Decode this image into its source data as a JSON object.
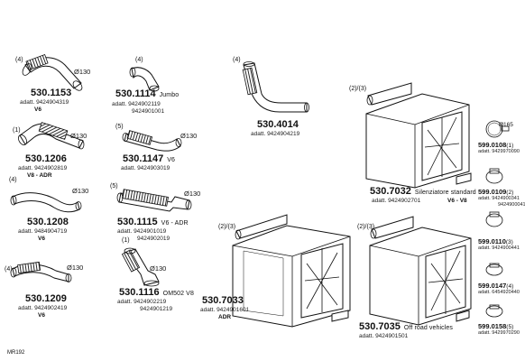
{
  "footer_code": "MR192",
  "parts": [
    {
      "id": "p1153",
      "qty": "(4)",
      "code": "530.1153",
      "adatt": [
        "adatt. 9424904319"
      ],
      "tag": "V6",
      "dia": "Ø130"
    },
    {
      "id": "p1206",
      "qty": "(1)",
      "code": "530.1206",
      "adatt": [
        "adatt. 9424902819"
      ],
      "tag": "V8 - ADR",
      "dia": "Ø130"
    },
    {
      "id": "p1208",
      "qty": "(4)",
      "code": "530.1208",
      "adatt": [
        "adatt. 9484904719"
      ],
      "tag": "V6",
      "dia": "Ø130"
    },
    {
      "id": "p1209",
      "qty": "(4)",
      "code": "530.1209",
      "adatt": [
        "adatt. 9424902419"
      ],
      "tag": "V6",
      "dia": "Ø130"
    },
    {
      "id": "p1114",
      "qty": "(4)",
      "code": "530.1114",
      "note": "Jumbo",
      "adatt": [
        "adatt. 9424902119",
        "9424901001"
      ],
      "tag": ""
    },
    {
      "id": "p1147",
      "qty": "(5)",
      "code": "530.1147",
      "adatt": [
        "adatt. 9424903019"
      ],
      "tag": "V6",
      "dia": "Ø130"
    },
    {
      "id": "p1115",
      "qty": "(5)",
      "code": "530.1115",
      "adatt": [
        "adatt. 9424901019",
        "9424902019"
      ],
      "tag": "V6 - ADR",
      "dia": "Ø130"
    },
    {
      "id": "p1116",
      "qty": "(1)",
      "code": "530.1116",
      "note": "OM502 V8",
      "adatt": [
        "adatt. 9424902219",
        "9424901219"
      ],
      "tag": "",
      "dia": "Ø130"
    },
    {
      "id": "p4014",
      "qty": "(4)",
      "code": "530.4014",
      "adatt": [
        "adatt. 9424904219"
      ],
      "tag": ""
    },
    {
      "id": "p7033",
      "qty": "(2)/(3)",
      "code": "530.7033",
      "adatt": [
        "adatt. 9424901601"
      ],
      "tag": "ADR"
    },
    {
      "id": "p7032",
      "qty": "(2)/(3)",
      "code": "530.7032",
      "note": "Silenziatore standard",
      "adatt": [
        "adatt. 9424902701"
      ],
      "tag": "V6 - V8"
    },
    {
      "id": "p7035",
      "qty": "(2)/(3)",
      "code": "530.7035",
      "note": "Off road vehicles",
      "adatt": [
        "adatt. 9424901501"
      ],
      "tag": ""
    }
  ],
  "clamps": [
    {
      "id": "c0108",
      "code": "599.0108",
      "qty": "(1)",
      "adatt": [
        "adatt. 9429970090"
      ],
      "dia": "Ø165"
    },
    {
      "id": "c0109",
      "code": "599.0109",
      "qty": "(2)",
      "adatt": [
        "adatt. 9424900341",
        "9424900041"
      ]
    },
    {
      "id": "c0110",
      "code": "599.0110",
      "qty": "(3)",
      "adatt": [
        "adatt. 9424900441"
      ]
    },
    {
      "id": "c0147",
      "code": "599.0147",
      "qty": "(4)",
      "adatt": [
        "adatt. 6454920440"
      ]
    },
    {
      "id": "c0158",
      "code": "599.0158",
      "qty": "(5)",
      "adatt": [
        "adatt. 9429970290"
      ]
    }
  ]
}
